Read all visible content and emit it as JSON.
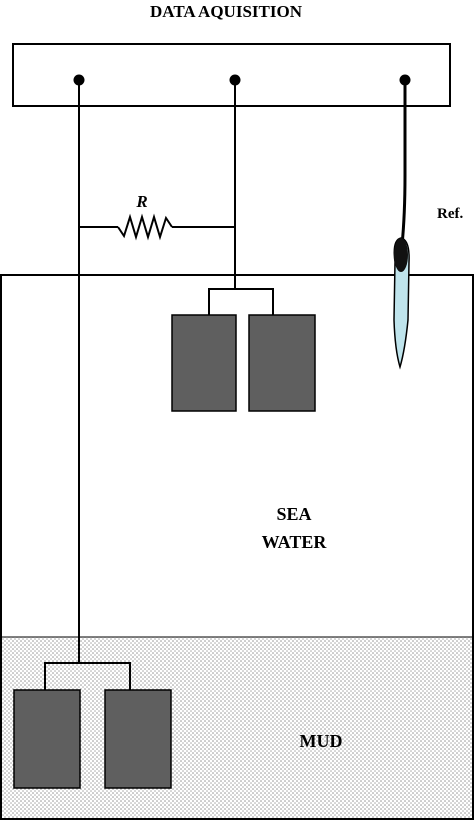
{
  "labels": {
    "title": "DATA AQUISITION",
    "resistor": "R",
    "reference": "Ref.",
    "sea_line1": "SEA",
    "sea_line2": "WATER",
    "mud": "MUD"
  },
  "colors": {
    "line": "#000000",
    "electrode_fill": "#5f5f5f",
    "reference_fill": "#bfe4ec",
    "reference_tip": "#111111",
    "mud_dots": "#9a9a9a",
    "background": "#ffffff"
  },
  "icons": {
    "terminal": "filled-dot",
    "resistor": "zigzag-resistor",
    "reference_electrode": "tapered-probe"
  }
}
